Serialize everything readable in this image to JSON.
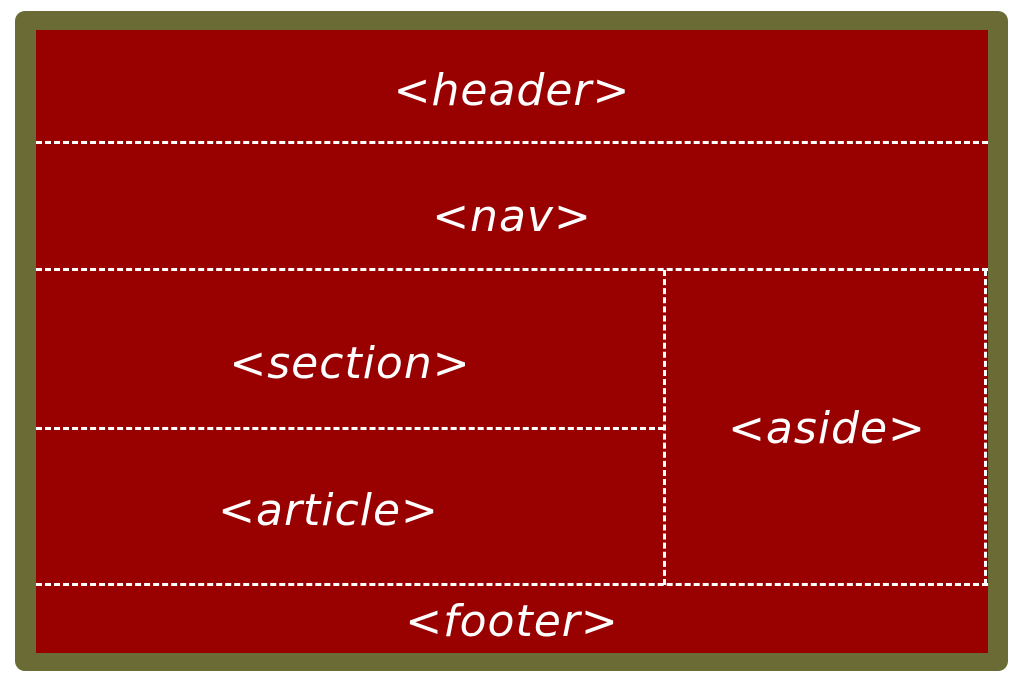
{
  "colors": {
    "frame": "#6b6b35",
    "fill": "#990000",
    "divider": "#ffffff",
    "text": "#ffffff"
  },
  "regions": {
    "header": "<header>",
    "nav": "<nav>",
    "section": "<section>",
    "article": "<article>",
    "aside": "<aside>",
    "footer": "<footer>"
  }
}
